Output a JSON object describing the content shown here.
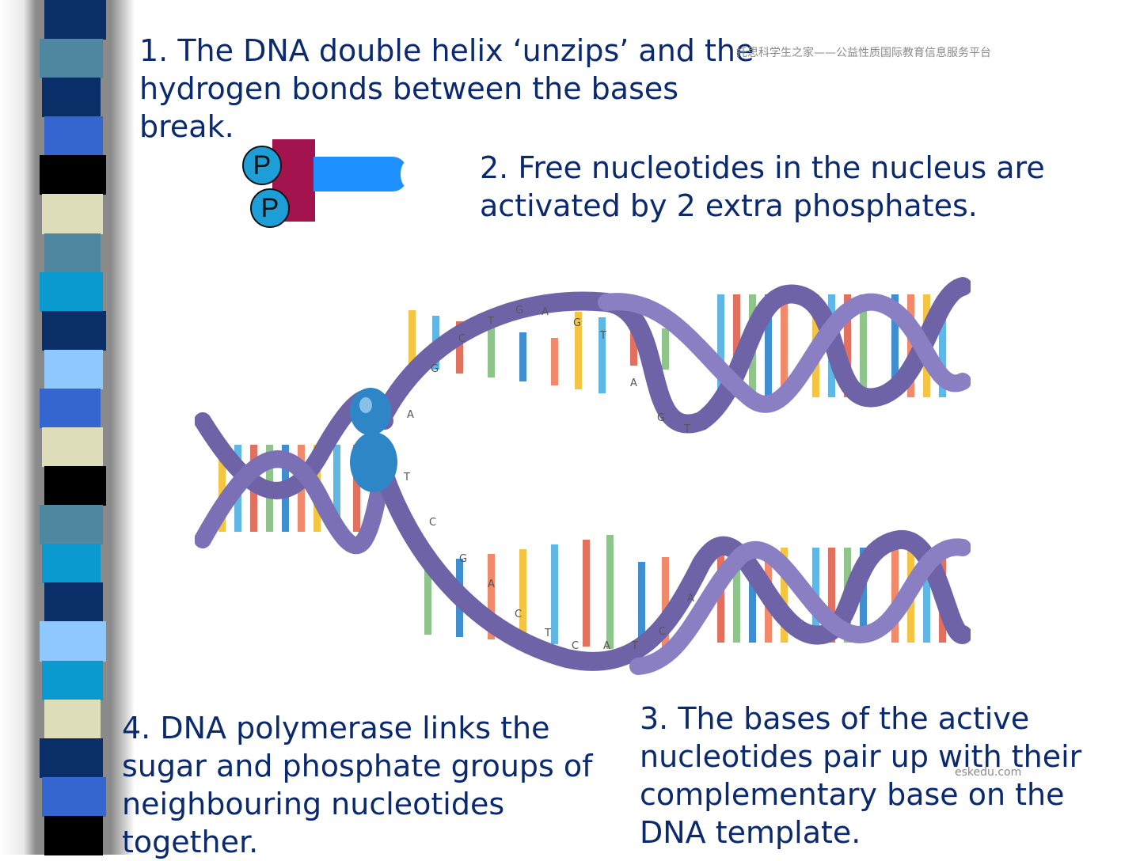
{
  "steps": {
    "step1": "1. The DNA double helix ‘unzips’ and the hydrogen bonds between the bases break.",
    "step2": "2. Free nucleotides in the nucleus are activated by 2 extra phosphates.",
    "step3": "3. The bases of the active nucleotides pair up with their complementary base on the DNA template.",
    "step4": "4. DNA polymerase links the sugar and phosphate groups of neighbouring nucleotides together."
  },
  "nucleotide": {
    "phosphate_label_1": "P",
    "phosphate_label_2": "P"
  },
  "watermarks": {
    "top": "托思科学生之家——公益性质国际教育信息服务平台",
    "bottom": "eskedu.com"
  },
  "colors": {
    "text": "#0b2a6e",
    "backbone": "#6f63a8",
    "enzyme": "#2f86c6",
    "sugar": "#a3134e",
    "base_blue": "#1e90ff"
  },
  "helix_bases": {
    "upper_strand": [
      "G",
      "C",
      "T",
      "G",
      "A",
      "G",
      "T",
      "A",
      "G",
      "T",
      "A"
    ],
    "lower_strand": [
      "T",
      "C",
      "G",
      "A",
      "C",
      "T",
      "C",
      "A",
      "T",
      "C",
      "A"
    ]
  },
  "sidebar_colors": [
    "#0a2f68",
    "#4f87a0",
    "#0a2f68",
    "#3566cf",
    "#000000",
    "#ddddb9",
    "#4f87a0",
    "#0a9ad0",
    "#0a2f68",
    "#8fc7ff",
    "#3566cf",
    "#ddddb9",
    "#000000",
    "#4f87a0",
    "#0a9ad0",
    "#0a2f68",
    "#8fc7ff",
    "#0a9ad0",
    "#ddddb9",
    "#0a2f68",
    "#3566cf",
    "#000000"
  ]
}
